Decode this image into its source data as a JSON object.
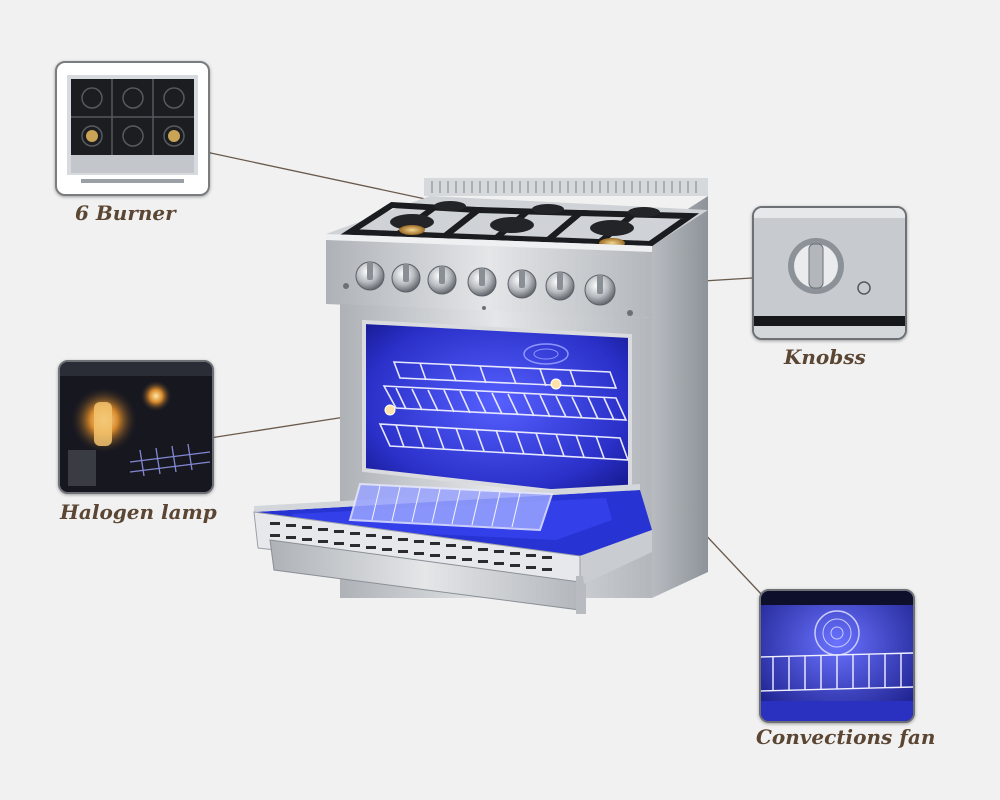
{
  "callouts": {
    "burner": {
      "label": "6 Burner"
    },
    "knobs": {
      "label": "Knobss"
    },
    "lamp": {
      "label": "Halogen lamp"
    },
    "fan": {
      "label": "Convections fan"
    }
  },
  "colors": {
    "background": "#f1f1f1",
    "label": "#5b4633",
    "leader": "#6a5a4c",
    "oven_blue": "#2830c8",
    "steel": "#c9ccd0"
  },
  "icons": {
    "burner_thumb": "burner-grate-icon",
    "knob_thumb": "control-knob-icon",
    "lamp_thumb": "halogen-lamp-icon",
    "fan_thumb": "convection-fan-icon"
  }
}
